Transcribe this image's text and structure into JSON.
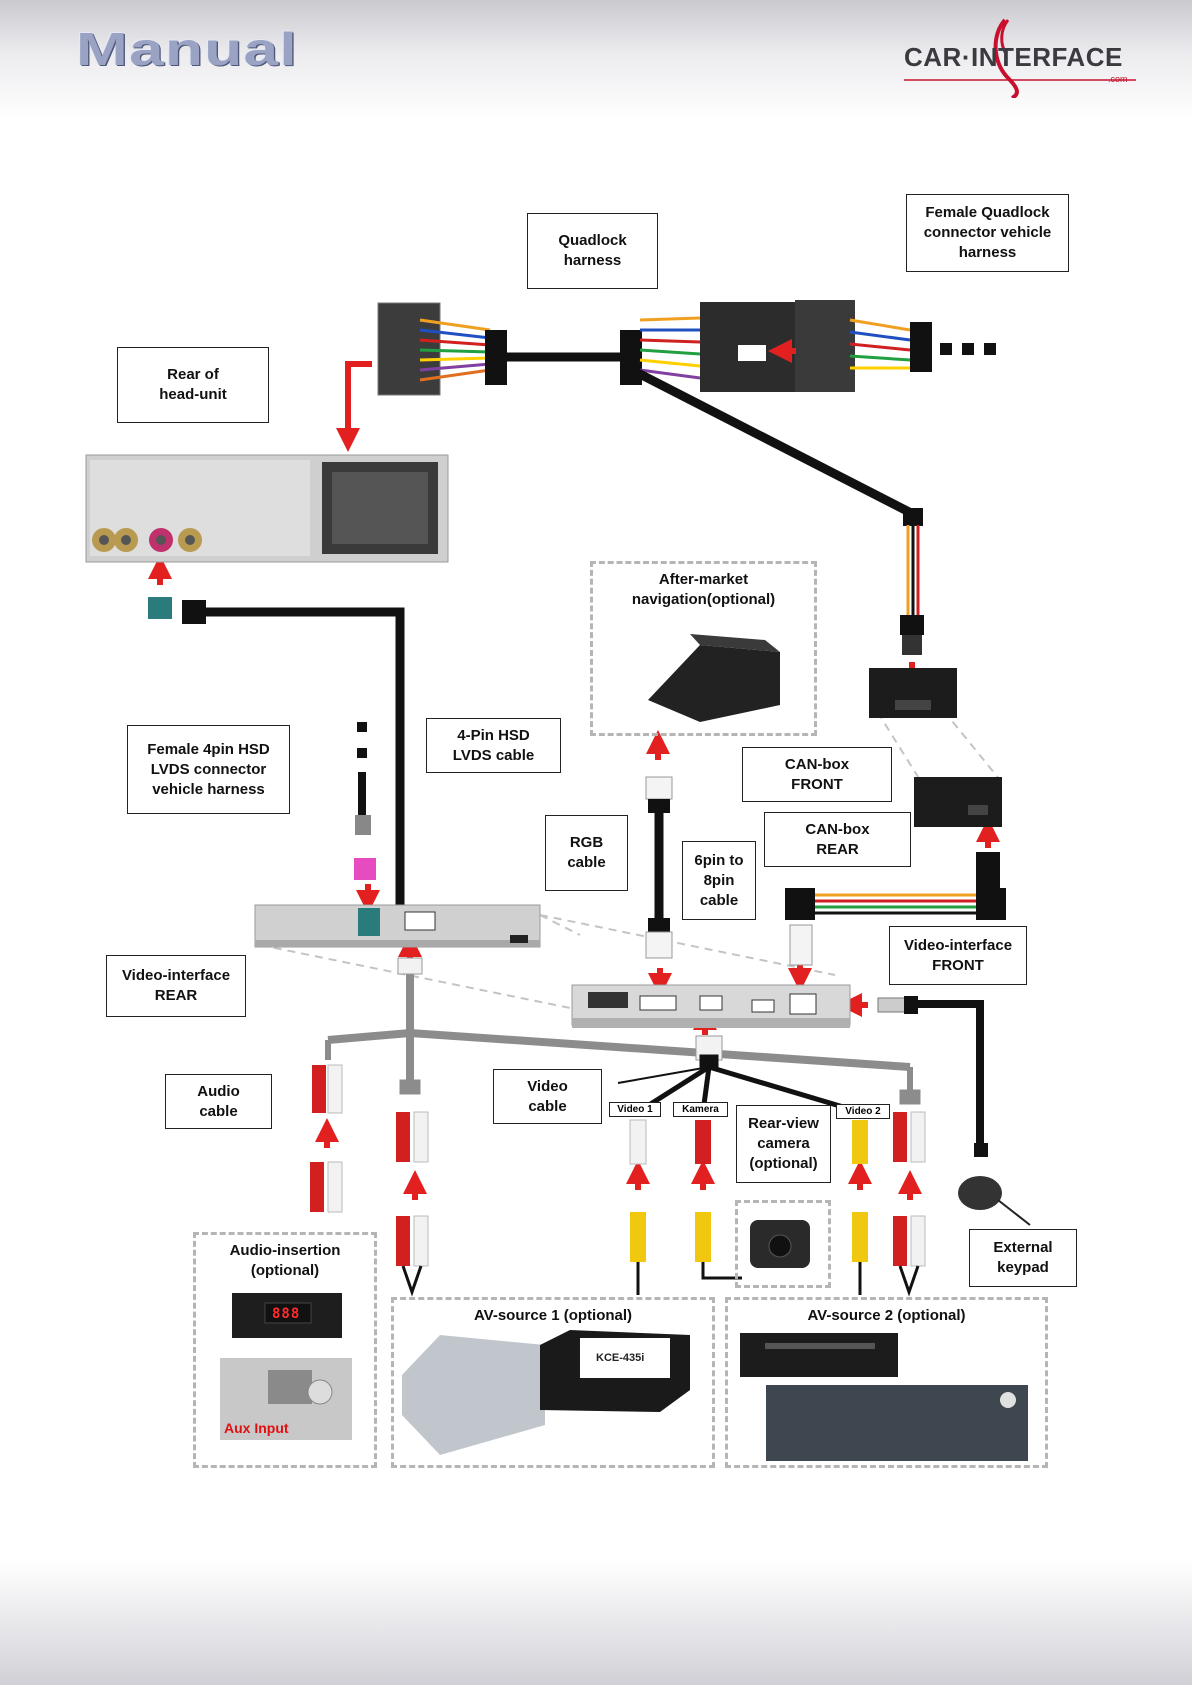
{
  "header": {
    "title": "Manual",
    "logo_text": "CAR·INTERFACE",
    "logo_suffix": ".com"
  },
  "labels": {
    "quadlock_harness": "Quadlock\nharness",
    "female_quadlock": "Female Quadlock\nconnector vehicle\nharness",
    "rear_head_unit": "Rear of\nhead-unit",
    "female_4pin": "Female 4pin HSD\nLVDS connector\nvehicle harness",
    "hsd_cable": "4-Pin HSD\nLVDS  cable",
    "can_front": "CAN-box\nFRONT",
    "can_rear": "CAN-box\nREAR",
    "rgb_cable": "RGB\ncable",
    "pin_cable": "6pin to\n8pin\ncable",
    "vi_front": "Video-interface\nFRONT",
    "vi_rear": "Video-interface\nREAR",
    "audio_cable": "Audio\ncable",
    "video_cable": "Video\ncable",
    "rear_camera": "Rear-view\ncamera\n(optional)",
    "ext_keypad": "External\nkeypad"
  },
  "groups": {
    "after_market_nav": "After-market\nnavigation(optional)",
    "audio_insertion": "Audio-insertion\n(optional)",
    "av_source_1": "AV-source 1 (optional)",
    "av_source_2": "AV-source 2 (optional)"
  },
  "tags": {
    "video1": "Video 1",
    "kamera": "Kamera",
    "video2": "Video 2"
  },
  "misc": {
    "aux_input": "Aux Input",
    "display_digits": "888",
    "kce": "KCE-435i"
  },
  "colors": {
    "arrow": "#e32020",
    "cable": "#111111",
    "gray_cable": "#8c8c8c",
    "rca_red": "#d21f1f",
    "rca_white": "#f2f2f2",
    "rca_yellow": "#f0c810",
    "brand_red": "#c8102e"
  }
}
